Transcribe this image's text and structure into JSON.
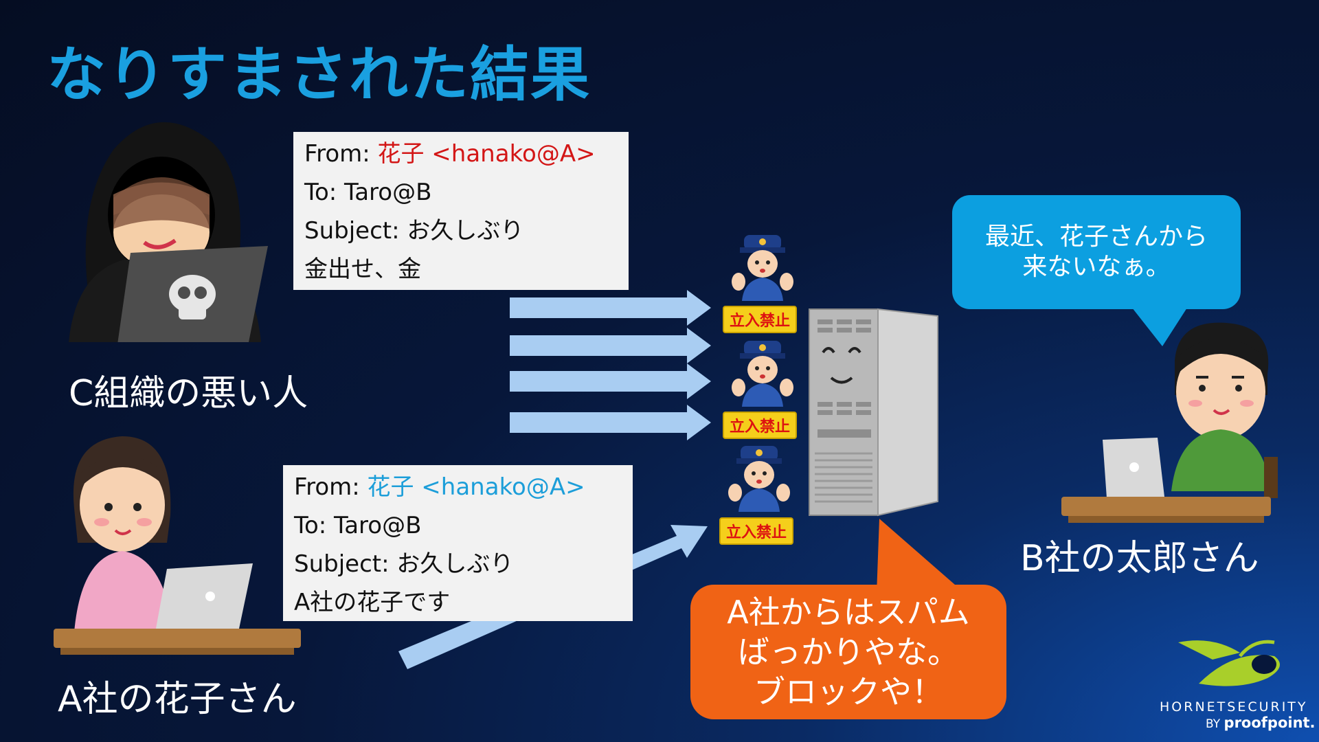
{
  "title": "なりすまされた結果",
  "spam_mail": {
    "from_prefix": "From: ",
    "from_name": "花子",
    "from_addr": " <hanako@A>",
    "to": "To: Taro@B",
    "subject": "Subject: お久しぶり",
    "body": "金出せ、金"
  },
  "legit_mail": {
    "from_prefix": "From: ",
    "from_name": "花子",
    "from_addr": " <hanako@A>",
    "to": "To: Taro@B",
    "subject": "Subject: お久しぶり",
    "body": "A社の花子です"
  },
  "actors": {
    "attacker": "C組織の悪い人",
    "sender": "A社の花子さん",
    "receiver": "B社の太郎さん"
  },
  "guard_sign": "立入禁止",
  "taro_bubble": {
    "line1": "最近、花子さんから",
    "line2": "来ないなぁ。"
  },
  "server_bubble": {
    "line1": "A社からはスパム",
    "line2": "ばっかりやな。",
    "line3": "ブロックや！"
  },
  "logo": {
    "brand": "HORNETSECURITY",
    "by": "BY",
    "partner": "proofpoint."
  },
  "colors": {
    "title": "#1aa0e0",
    "spoof_red": "#d31616",
    "legit_blue": "#1c9ed9",
    "arrow": "#a9cdf2",
    "bubble_blue": "#0c9fe0",
    "bubble_orange": "#f06315"
  }
}
